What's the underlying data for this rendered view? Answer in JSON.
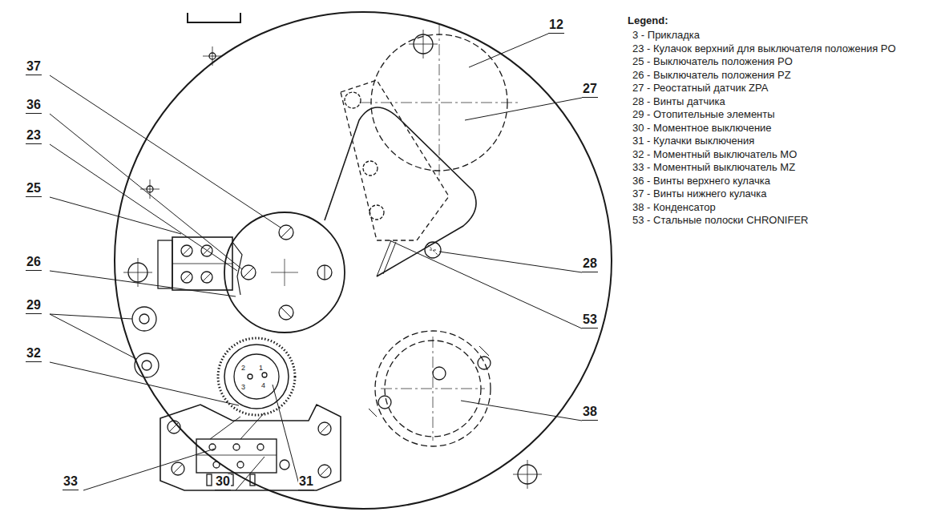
{
  "diagram": {
    "labels": [
      "12",
      "37",
      "36",
      "23",
      "25",
      "26",
      "29",
      "32",
      "27",
      "28",
      "53",
      "38",
      "33",
      "30",
      "31",
      "1",
      "2",
      "3",
      "4",
      "Legend:"
    ],
    "legend": [
      {
        "text": "3 - Прикладка"
      },
      {
        "text": "23 - Кулачок верхний для выключателя положения PO"
      },
      {
        "text": "25 - Выключатель положения PO"
      },
      {
        "text": "26 - Выключатель положения PZ"
      },
      {
        "text": "27 - Реостатный датчик ZPA"
      },
      {
        "text": "28 - Винты датчика"
      },
      {
        "text": "29 - Отопительные элементы"
      },
      {
        "text": "30 - Моментное выключение"
      },
      {
        "text": "31 - Кулачки выключения"
      },
      {
        "text": "32 - Моментный выключатель MO"
      },
      {
        "text": "33 - Моментный выключатель MZ"
      },
      {
        "text": "36 - Винты верхнего кулачка"
      },
      {
        "text": "37 - Винты нижнего кулачка"
      },
      {
        "text": "38 - Конденсатор"
      },
      {
        "text": "53 - Стальные полоски CHRONIFER"
      }
    ]
  }
}
